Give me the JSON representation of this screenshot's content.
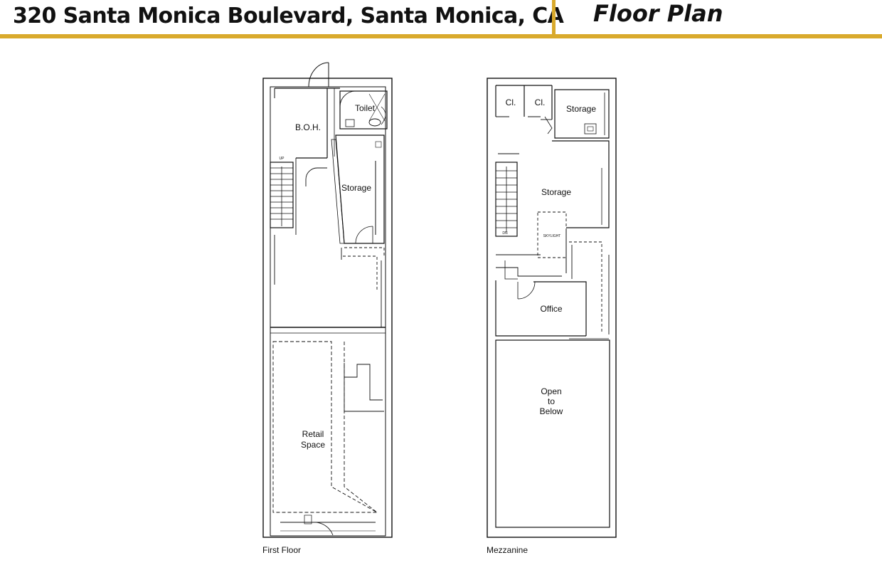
{
  "header": {
    "address": "320 Santa Monica Boulevard, Santa Monica, CA",
    "title": "Floor Plan",
    "accent_color": "#d9aa2c"
  },
  "first_floor": {
    "caption": "First Floor",
    "rooms": {
      "boh": "B.O.H.",
      "toilet": "Toilet",
      "storage": "Storage",
      "retail_line1": "Retail",
      "retail_line2": "Space"
    },
    "stair_label": "UP"
  },
  "mezzanine": {
    "caption": "Mezzanine",
    "rooms": {
      "closet1": "Cl.",
      "closet2": "Cl.",
      "storage_upper": "Storage",
      "storage_main": "Storage",
      "skylight": "SKYLIGHT",
      "office": "Office",
      "open_line1": "Open",
      "open_line2": "to",
      "open_line3": "Below"
    },
    "stair_label": "DN"
  }
}
